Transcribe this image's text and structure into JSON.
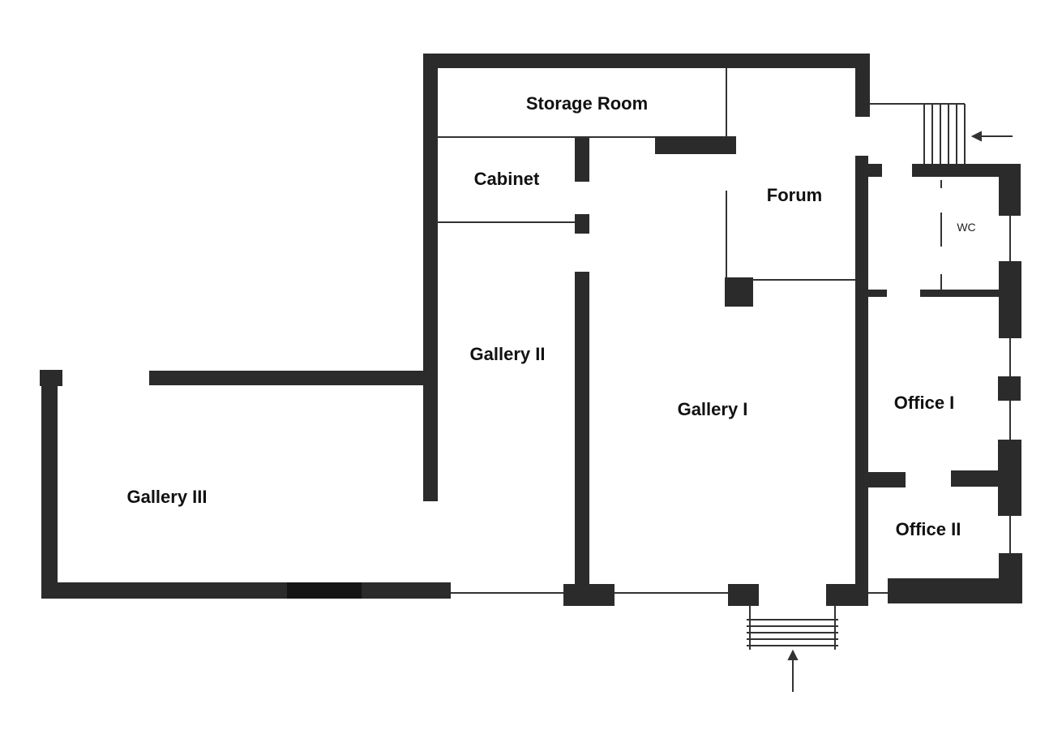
{
  "plan": {
    "colors": {
      "wall": "#2b2b2b",
      "wall_dark": "#151515",
      "line": "#333333",
      "background": "#ffffff"
    },
    "rooms": {
      "storage_room": "Storage Room",
      "cabinet": "Cabinet",
      "forum": "Forum",
      "wc": "WC",
      "gallery_2": "Gallery II",
      "gallery_1": "Gallery I",
      "gallery_3": "Gallery III",
      "office_1": "Office I",
      "office_2": "Office II"
    },
    "icons": {
      "main_entrance_arrow": "arrow-up-icon",
      "side_entrance_arrow": "arrow-left-icon",
      "main_stairs": "stairs-icon",
      "side_stairs": "stairs-icon"
    }
  }
}
